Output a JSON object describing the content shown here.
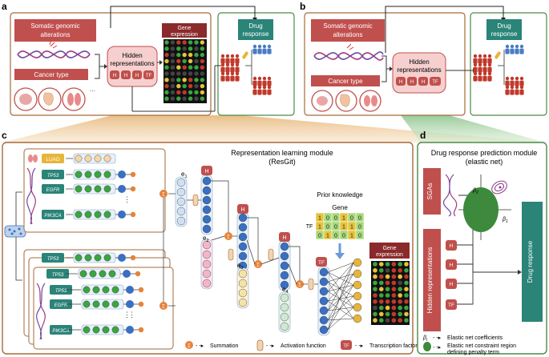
{
  "panel_labels": {
    "a": "a",
    "b": "b",
    "c": "c",
    "d": "d"
  },
  "panel_a": {
    "sga_title_1": "Somatic genomic",
    "sga_title_2": "alterations",
    "cancer_type": "Cancer type",
    "hidden_1": "Hidden",
    "hidden_2": "representations",
    "gene_expr_1": "Gene",
    "gene_expr_2": "expression",
    "drug_1": "Drug",
    "drug_2": "response",
    "h_tags": [
      "H",
      "H",
      "H",
      "TF"
    ]
  },
  "panel_b": {
    "sga_title_1": "Somatic genomic",
    "sga_title_2": "alterations",
    "cancer_type": "Cancer type",
    "hidden_1": "Hidden",
    "hidden_2": "representations",
    "drug_1": "Drug",
    "drug_2": "response",
    "h_tags": [
      "H",
      "H",
      "H",
      "TF"
    ]
  },
  "panel_c": {
    "title_1": "Representation learning module",
    "title_2": "(ResGit)",
    "cancer_label": "LUAD",
    "genes_top": [
      "TP53",
      "EGFR",
      "PIK3CA"
    ],
    "genes_mid": [
      "TP53",
      "TP53"
    ],
    "genes_bot": [
      "TP53",
      "EGFR",
      "PIK3CA"
    ],
    "e_labels": [
      "e",
      "e",
      "e",
      "e"
    ],
    "h_labels": [
      "H",
      "H",
      "H"
    ],
    "prior_knowledge": "Prior knowledge",
    "gene_word": "Gene",
    "tf_axis": "TF",
    "matrix": [
      [
        1,
        0,
        0,
        1,
        0,
        0
      ],
      [
        1,
        0,
        0,
        1,
        1,
        0
      ],
      [
        0,
        1,
        0,
        0,
        1,
        0
      ]
    ],
    "gene_expr_1": "Gene",
    "gene_expr_2": "expression",
    "tf_node": "TF",
    "legend_sum": "Summation",
    "legend_act": "Activation function",
    "legend_tf": "Transcription factor",
    "legend_sum_sym": "Σ",
    "legend_tf_sym": "TF"
  },
  "panel_d": {
    "title_1": "Drug response prediction module",
    "title_2": "(elastic net)",
    "sgas": "SGAs",
    "hidden": "Hidden representations",
    "drug_response": "Drug response",
    "h_tags": [
      "H",
      "H",
      "H",
      "TF"
    ],
    "beta": "β",
    "legend_coef": "Elastic net coefficients",
    "legend_region_1": "Elastic net constraint region",
    "legend_region_2": "defining penalty term"
  },
  "colors": {
    "orange_border": "#a56a3a",
    "green_border": "#4a8a4a",
    "red_box": "#c0504d",
    "teal_box": "#2a8478",
    "node_green": "#3aa541",
    "node_blue": "#3a6fc1",
    "node_pink": "#f4b5c9",
    "node_yellow": "#e6b53a",
    "person_red": "#c0392b",
    "person_blue": "#4a7bc4"
  }
}
